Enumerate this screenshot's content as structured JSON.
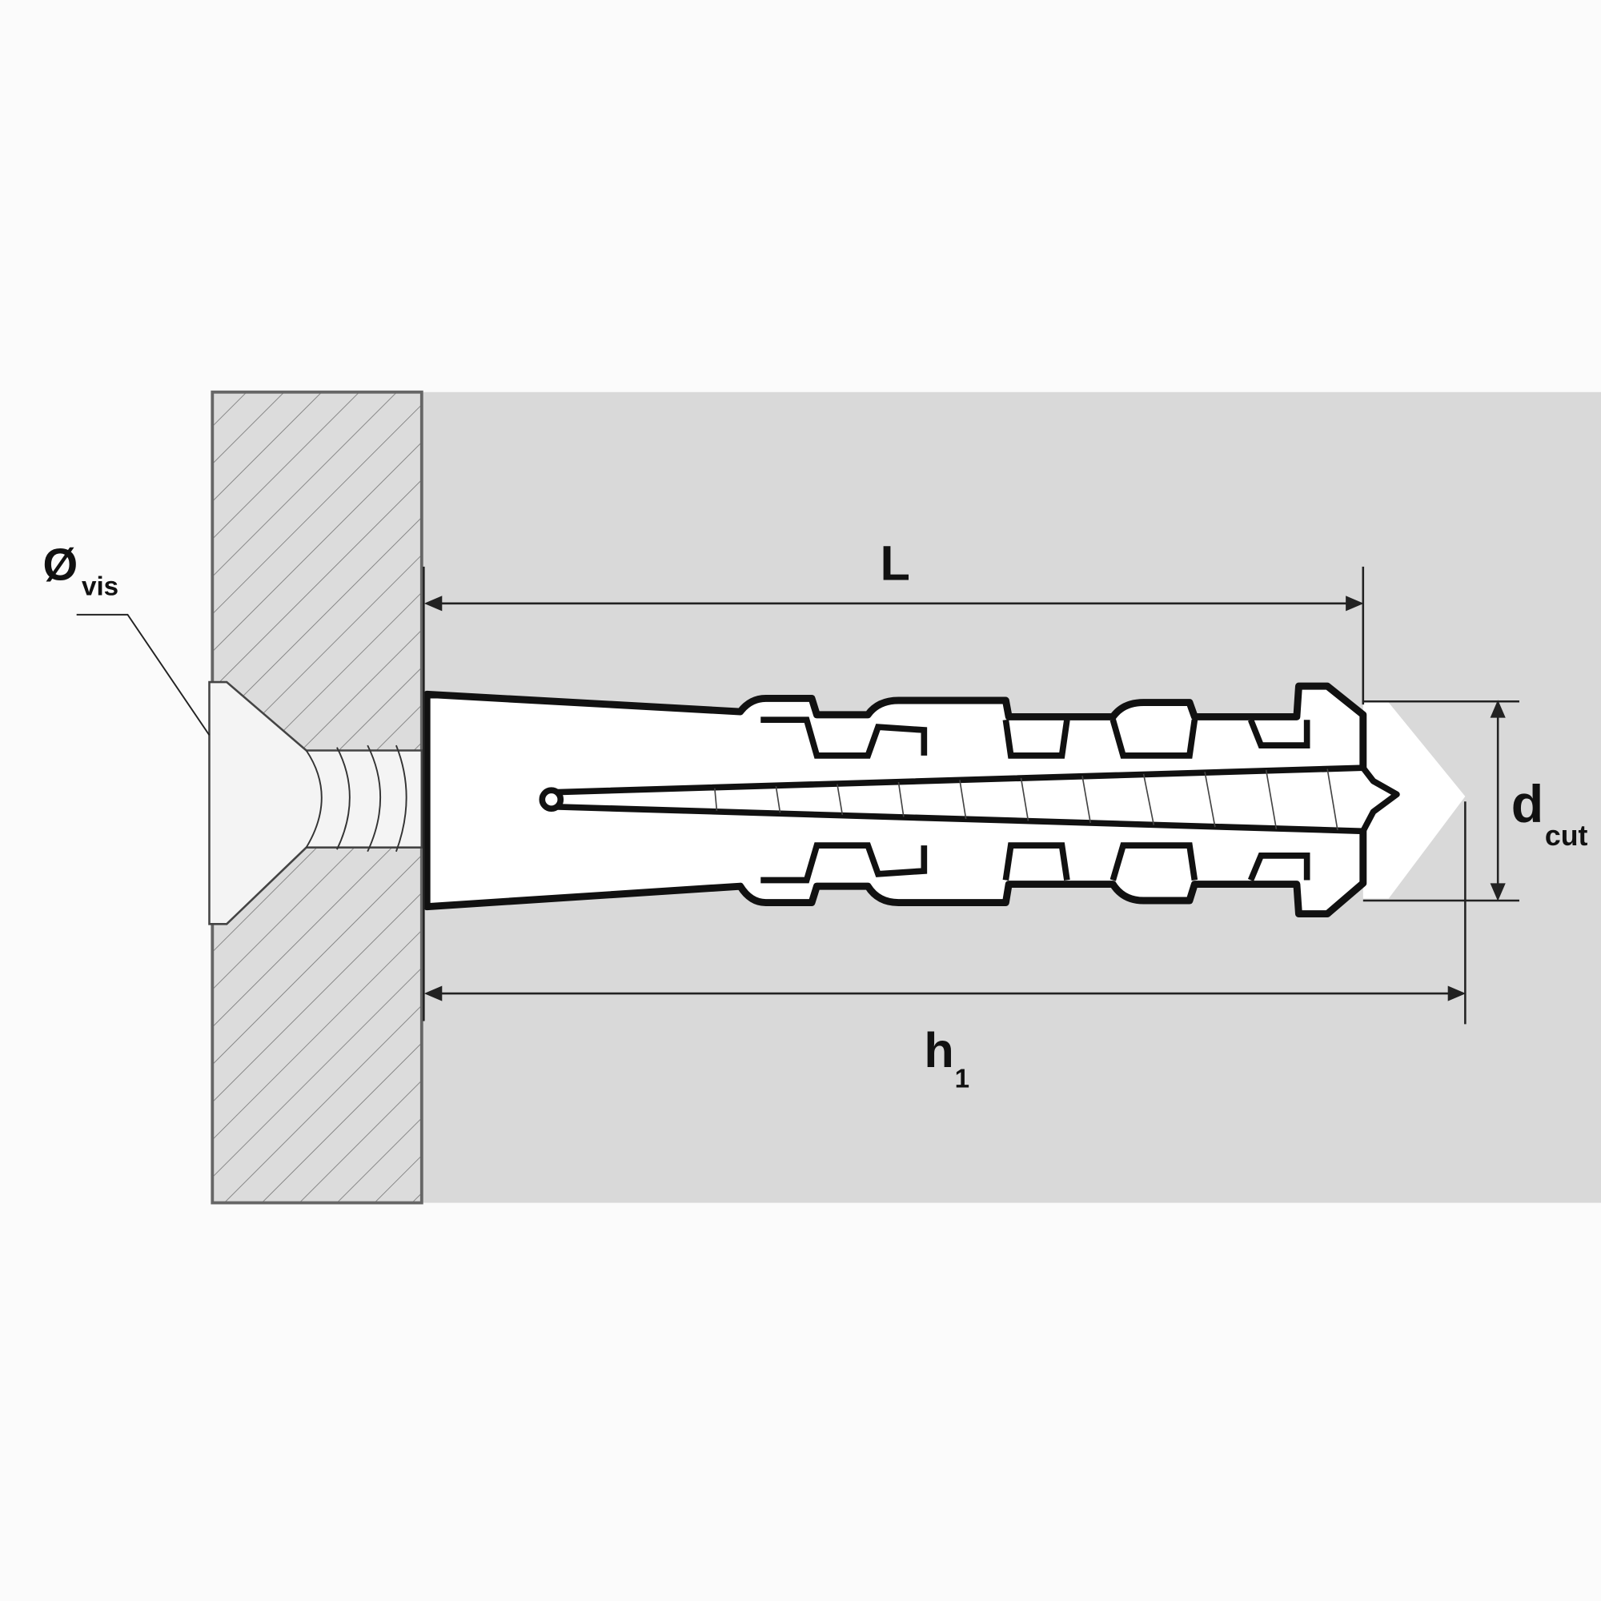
{
  "diagram": {
    "labels": {
      "screw_diameter_main": "Ø",
      "screw_diameter_sub": "vis",
      "length_main": "L",
      "cut_diameter_main": "d",
      "cut_diameter_sub": "cut",
      "hole_depth_main": "h",
      "hole_depth_sub": "1"
    },
    "colors": {
      "background": "#fbfbfb",
      "wall": "#d9d9d9",
      "fixture": "#dcdcdc",
      "outline": "#111111",
      "dowel_fill": "#ffffff"
    }
  }
}
